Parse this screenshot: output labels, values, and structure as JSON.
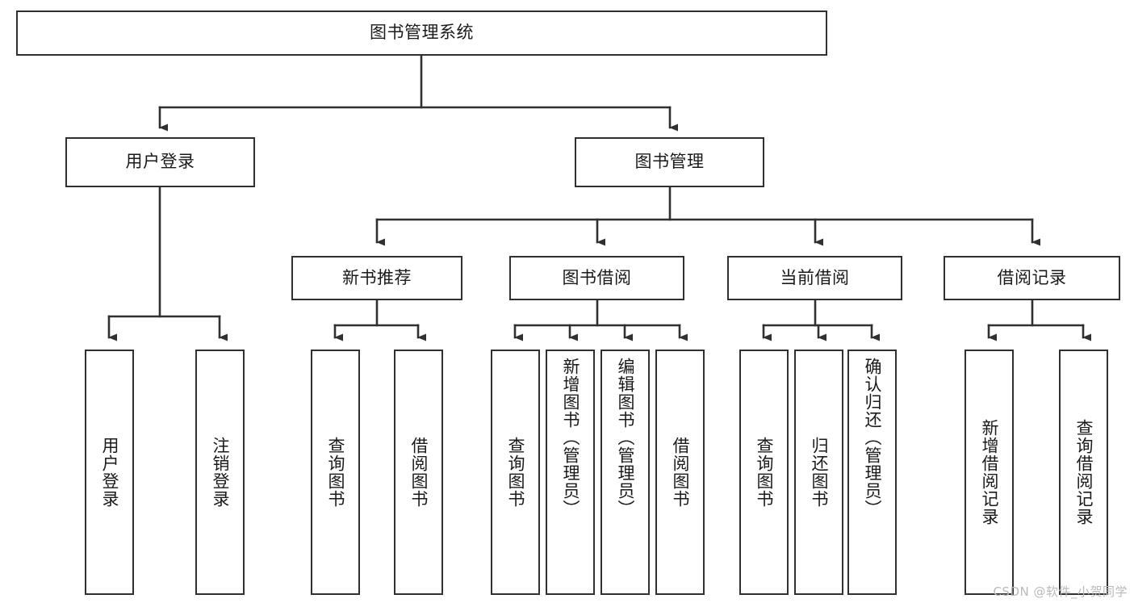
{
  "diagram": {
    "title": "图书管理系统",
    "type": "tree-hierarchy",
    "root": {
      "label": "图书管理系统"
    },
    "level2": [
      {
        "label": "用户登录"
      },
      {
        "label": "图书管理"
      }
    ],
    "level3": [
      {
        "label": "新书推荐"
      },
      {
        "label": "图书借阅"
      },
      {
        "label": "当前借阅"
      },
      {
        "label": "借阅记录"
      }
    ],
    "leaves": {
      "user_login": [
        {
          "label": "用户登录"
        },
        {
          "label": "注销登录"
        }
      ],
      "new_book_recommend": [
        {
          "label": "查询图书"
        },
        {
          "label": "借阅图书"
        }
      ],
      "book_borrow": [
        {
          "label": "查询图书"
        },
        {
          "label": "新增图书（管理员）"
        },
        {
          "label": "编辑图书（管理员）"
        },
        {
          "label": "借阅图书"
        }
      ],
      "current_borrow": [
        {
          "label": "查询图书"
        },
        {
          "label": "归还图书"
        },
        {
          "label": "确认归还（管理员）"
        }
      ],
      "borrow_record": [
        {
          "label": "新增借阅记录"
        },
        {
          "label": "查询借阅记录"
        }
      ]
    }
  },
  "watermark": {
    "text": "CSDN @软件_小贺同学"
  },
  "colors": {
    "stroke": "#30302f",
    "fill": "#ffffff",
    "text": "#1a1a1a",
    "watermark": "#b9b9b9"
  }
}
